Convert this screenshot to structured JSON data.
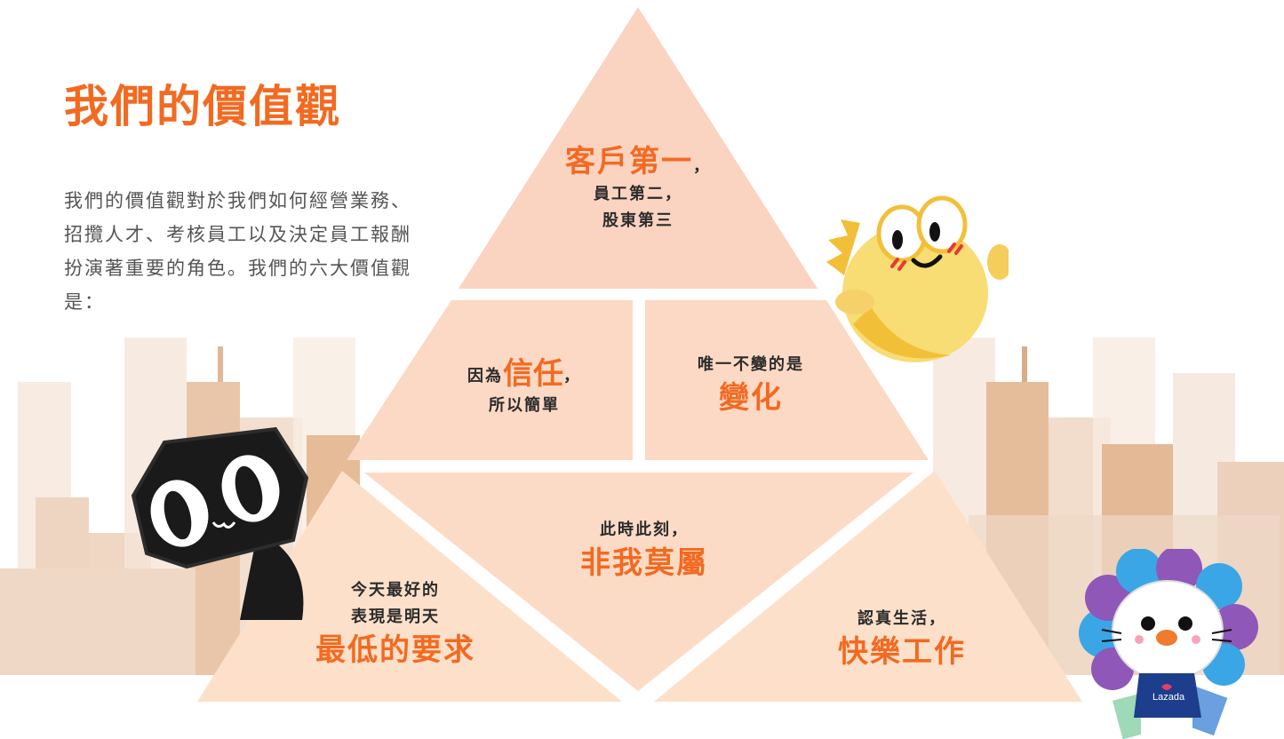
{
  "page": {
    "title": "我們的價值觀",
    "intro": "我們的價值觀對於我們如何經營業務、招攬人才、考核員工以及決定員工報酬扮演著重要的角色。我們的六大價值觀是："
  },
  "values": {
    "v1": {
      "highlight": "客戶第一",
      "tail": "，",
      "line2": "員工第二，",
      "line3": "股東第三"
    },
    "v2": {
      "pre": "因為",
      "highlight": "信任",
      "tail": "，",
      "line2": "所以簡單"
    },
    "v3": {
      "line1": "唯一不變的是",
      "highlight": "變化"
    },
    "v4": {
      "line1": "此時此刻，",
      "highlight": "非我莫屬"
    },
    "v5": {
      "line1": "今天最好的",
      "line2": "表現是明天",
      "highlight": "最低的要求"
    },
    "v6": {
      "line1": "認真生活，",
      "highlight": "快樂工作"
    }
  },
  "mascots": {
    "lazada_shirt": "Lazada"
  },
  "colors": {
    "accent": "#f26a21",
    "pyramid_top": "#fbd3c1",
    "pyramid_base": "#fde2cc",
    "city": "#f1dccb"
  }
}
